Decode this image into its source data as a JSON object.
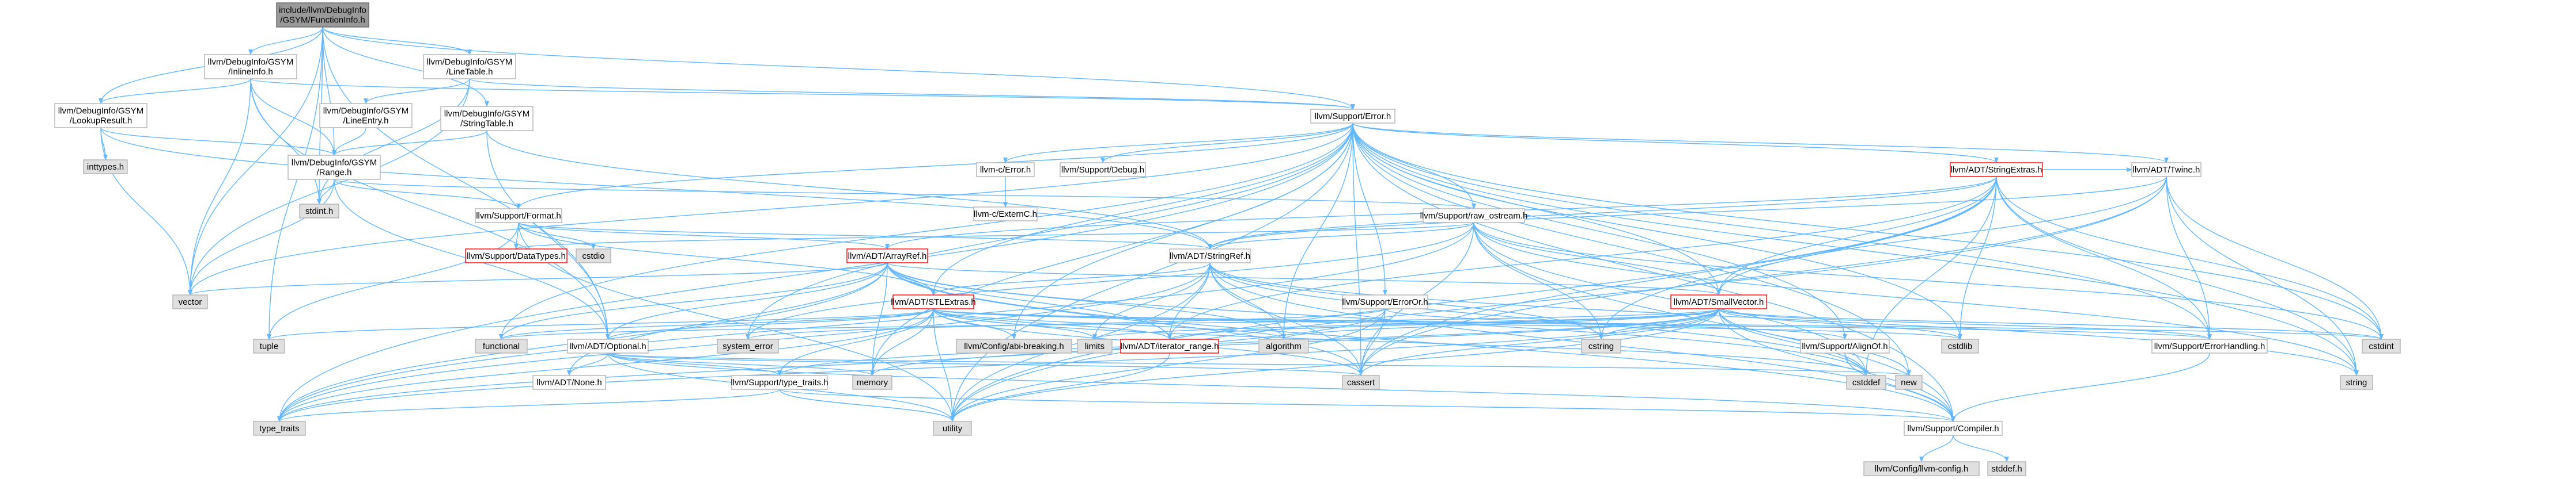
{
  "colors": {
    "edge": "#63b8ff",
    "node_border": "#b3b3b3",
    "node_fill": "#ffffff",
    "system_fill": "#e0e0e0",
    "root_fill": "#999999",
    "root_border": "#666666",
    "highlight_border": "#ff0000"
  },
  "nodes": {
    "root": "include/llvm/DebugInfo/GSYM/FunctionInfo.h",
    "inlineinfo": "llvm/DebugInfo/GSYM/InlineInfo.h",
    "linetable": "llvm/DebugInfo/GSYM/LineTable.h",
    "lookupresult": "llvm/DebugInfo/GSYM/LookupResult.h",
    "lineentry": "llvm/DebugInfo/GSYM/LineEntry.h",
    "stringtable": "llvm/DebugInfo/GSYM/StringTable.h",
    "range": "llvm/DebugInfo/GSYM/Range.h",
    "inttypes": "inttypes.h",
    "stdint": "stdint.h",
    "vector": "vector",
    "tuple": "tuple",
    "error": "llvm/Support/Error.h",
    "formatv": "llvm/Support/Format.h",
    "datatypes": "llvm/Support/DataTypes.h",
    "cstdio": "cstdio",
    "c_error": "llvm-c/Error.h",
    "externc": "llvm-c/ExternC.h",
    "debug": "llvm/Support/Debug.h",
    "raw_ostream": "llvm/Support/raw_ostream.h",
    "stringextras": "llvm/ADT/StringExtras.h",
    "twine": "llvm/ADT/Twine.h",
    "arrayref": "llvm/ADT/ArrayRef.h",
    "stringref": "llvm/ADT/StringRef.h",
    "stlextras": "llvm/ADT/STLExtras.h",
    "errororr": "llvm/Support/ErrorOr.h",
    "smallvector": "llvm/ADT/SmallVector.h",
    "functional": "functional",
    "optional": "llvm/ADT/Optional.h",
    "none": "llvm/ADT/None.h",
    "system_error": "system_error",
    "abi_breaking": "llvm/Config/abi-breaking.h",
    "limits": "limits",
    "iterator_range": "llvm/ADT/iterator_range.h",
    "algorithm": "algorithm",
    "cstring": "cstring",
    "cstdlib": "cstdlib",
    "alignof": "llvm/Support/AlignOf.h",
    "errorhandling": "llvm/Support/ErrorHandling.h",
    "cstdint": "cstdint",
    "memory": "memory",
    "type_traits_h": "llvm/Support/type_traits.h",
    "cassert": "cassert",
    "cstddef": "cstddef",
    "new": "new",
    "string": "string",
    "type_traits": "type_traits",
    "utility": "utility",
    "compiler": "llvm/Support/Compiler.h",
    "llvm_config": "llvm/Config/llvm-config.h",
    "stddef": "stddef.h"
  }
}
